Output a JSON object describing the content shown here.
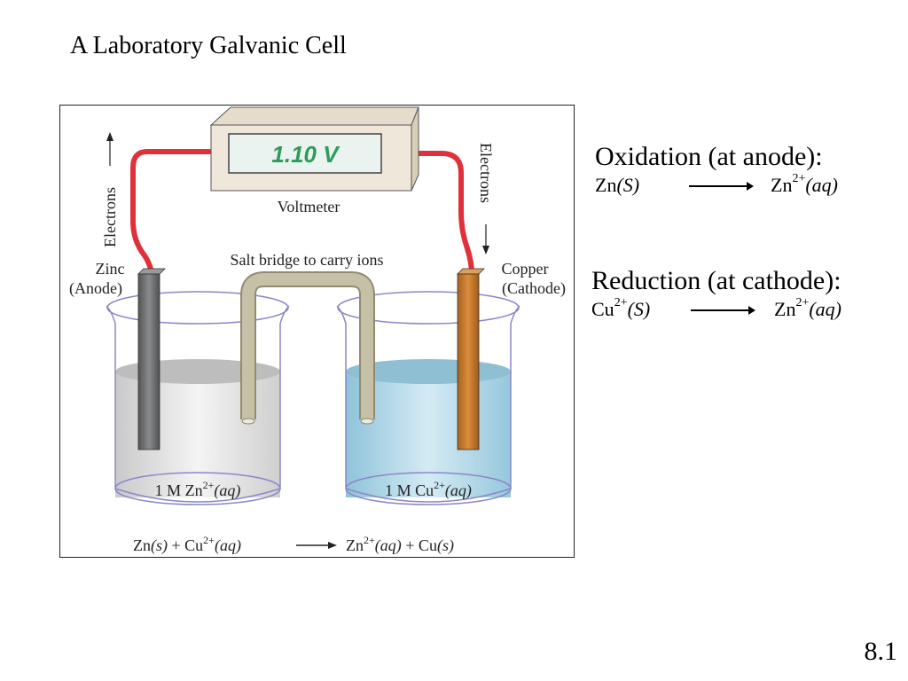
{
  "slide": {
    "title": "A Laboratory Galvanic Cell",
    "number": "8.1"
  },
  "figure": {
    "voltmeter_reading": "1.10 V",
    "voltmeter_label": "Voltmeter",
    "electrons_left": "Electrons",
    "electrons_right": "Electrons",
    "salt_bridge_label": "Salt bridge to carry ions",
    "left_electrode_name": "Zinc",
    "left_electrode_role": "(Anode)",
    "right_electrode_name": "Copper",
    "right_electrode_role": "(Cathode)",
    "left_solution": {
      "prefix": "1 M Zn",
      "charge": "2+",
      "state": "(aq)"
    },
    "right_solution": {
      "prefix": "1 M Cu",
      "charge": "2+",
      "state": "(aq)"
    },
    "overall_reaction": {
      "zn": "Zn",
      "zn_state": "(s)",
      "plus1": " + Cu",
      "cu_charge": "2+",
      "cu_state": "(aq)",
      "prod_zn": "Zn",
      "prod_zn_charge": "2+",
      "prod_zn_state": "(aq)",
      "plus2": " + Cu",
      "prod_cu_state": "(s)"
    },
    "colors": {
      "wire": "#e0303a",
      "voltmeter_body": "#efe7da",
      "voltmeter_top": "#e6dccb",
      "voltmeter_side": "#d9cdb8",
      "display_bg": "#eaf3ef",
      "display_text": "#2e9b5a",
      "zinc_electrode": "#6f7072",
      "copper_electrode": "#c97a2a",
      "salt_bridge": "#b8b39a",
      "zinc_solution": "#d9d9d9",
      "copper_solution": "#a9d2e4",
      "beaker_outline": "#8a87c8"
    }
  },
  "oxidation": {
    "heading": "Oxidation (at anode):",
    "lhs_element": "Zn",
    "lhs_state": "(S)",
    "rhs_element": "Zn",
    "rhs_charge": "2+",
    "rhs_state": "(aq)"
  },
  "reduction": {
    "heading": "Reduction (at cathode):",
    "lhs_element": "Cu",
    "lhs_charge": "2+",
    "lhs_state": "(S)",
    "rhs_element": "Zn",
    "rhs_charge": "2+",
    "rhs_state": "(aq)"
  }
}
